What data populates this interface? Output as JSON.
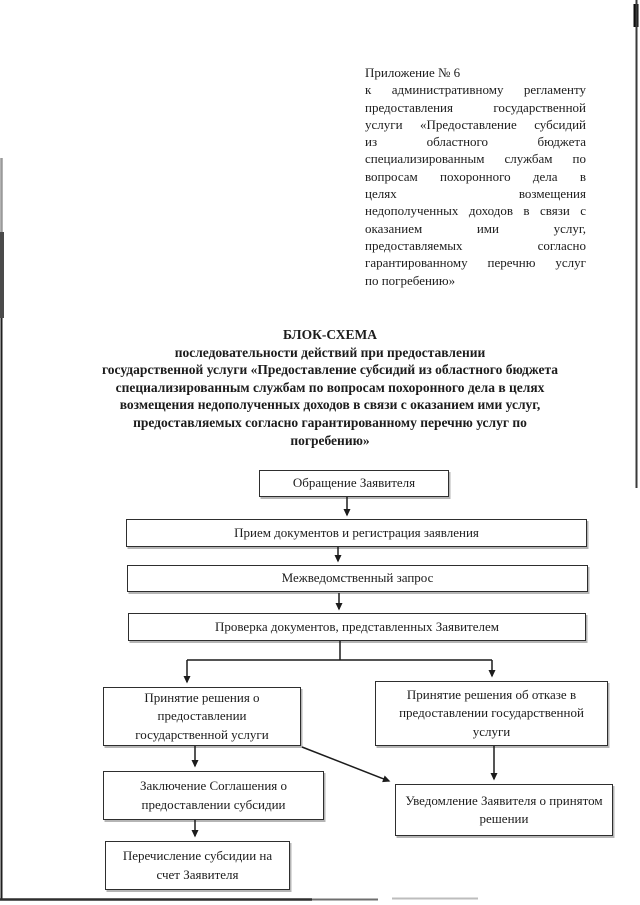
{
  "colors": {
    "ink": "#1c1c1c",
    "box_border": "#2e2e2e",
    "scan_artifact": "#2b2b2b",
    "background": "#ffffff"
  },
  "appendix": {
    "lines": [
      "Приложение № 6",
      "к административному регламенту",
      "предоставления государственной",
      "услуги «Предоставление субсидий",
      "из областного бюджета",
      "специализированным службам по",
      "вопросам похоронного дела в",
      "целях возмещения",
      "недополученных доходов в связи с",
      "оказанием ими услуг,",
      "предоставляемых согласно",
      "гарантированному перечню услуг",
      "по погребению»"
    ]
  },
  "title": {
    "lines": [
      "БЛОК-СХЕМА",
      "последовательности действий при предоставлении",
      "государственной услуги «Предоставление субсидий из областного бюджета",
      "специализированным службам по вопросам похоронного дела в целях",
      "возмещения недополученных доходов в связи с оказанием ими услуг,",
      "предоставляемых согласно гарантированному перечню услуг по",
      "погребению»"
    ]
  },
  "flowchart": {
    "boxes": [
      {
        "label": "Обращение Заявителя"
      },
      {
        "label": "Прием документов и регистрация заявления"
      },
      {
        "label": "Межведомственный запрос"
      },
      {
        "label": "Проверка документов, представленных Заявителем"
      },
      {
        "label": "Принятие решения о предоставлении государственной услуги"
      },
      {
        "label": "Принятие решения об отказе в предоставлении государственной услуги"
      },
      {
        "label": "Заключение Соглашения о предоставлении субсидии"
      },
      {
        "label": "Уведомление Заявителя о принятом решении"
      },
      {
        "label": "Перечисление субсидии на счет Заявителя"
      }
    ]
  }
}
